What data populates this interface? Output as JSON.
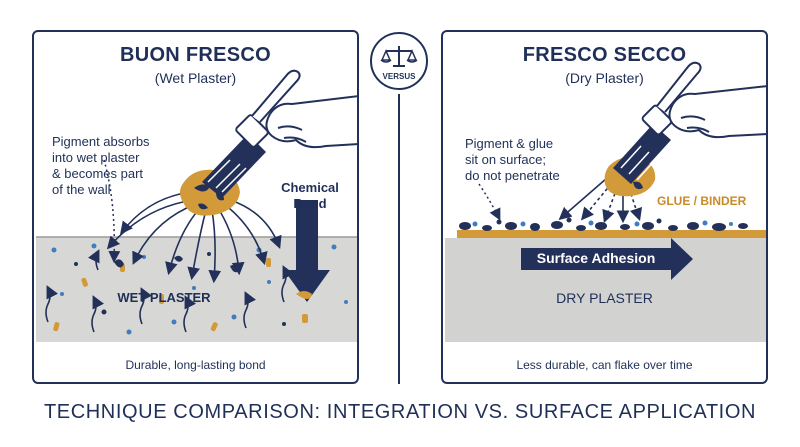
{
  "left": {
    "title": "BUON FRESCO",
    "subtitle": "(Wet Plaster)",
    "note_lines": [
      "Pigment absorbs",
      "into wet plaster",
      "& becomes part",
      "of the wall"
    ],
    "bond_label_line1": "Chemical",
    "bond_label_line2": "Bond",
    "plaster_label": "WET PLASTER",
    "caption": "Durable, long-lasting bond"
  },
  "right": {
    "title": "FRESCO SECCO",
    "subtitle": "(Dry Plaster)",
    "note_lines": [
      "Pigment & glue",
      "sit on surface;",
      "do not penetrate"
    ],
    "binder_label": "GLUE / BINDER",
    "adhesion_label": "Surface Adhesion",
    "plaster_label": "DRY PLASTER",
    "caption": "Less durable, can flake over time"
  },
  "divider": {
    "versus_label": "VERSUS"
  },
  "footer": "TECHNIQUE COMPARISON: INTEGRATION VS. SURFACE APPLICATION",
  "colors": {
    "navy": "#23315a",
    "ochre": "#d39a3a",
    "wet_plaster": "#d7d7d5",
    "dry_plaster": "#d2d2d0",
    "blue_speck": "#3f7dbf"
  }
}
